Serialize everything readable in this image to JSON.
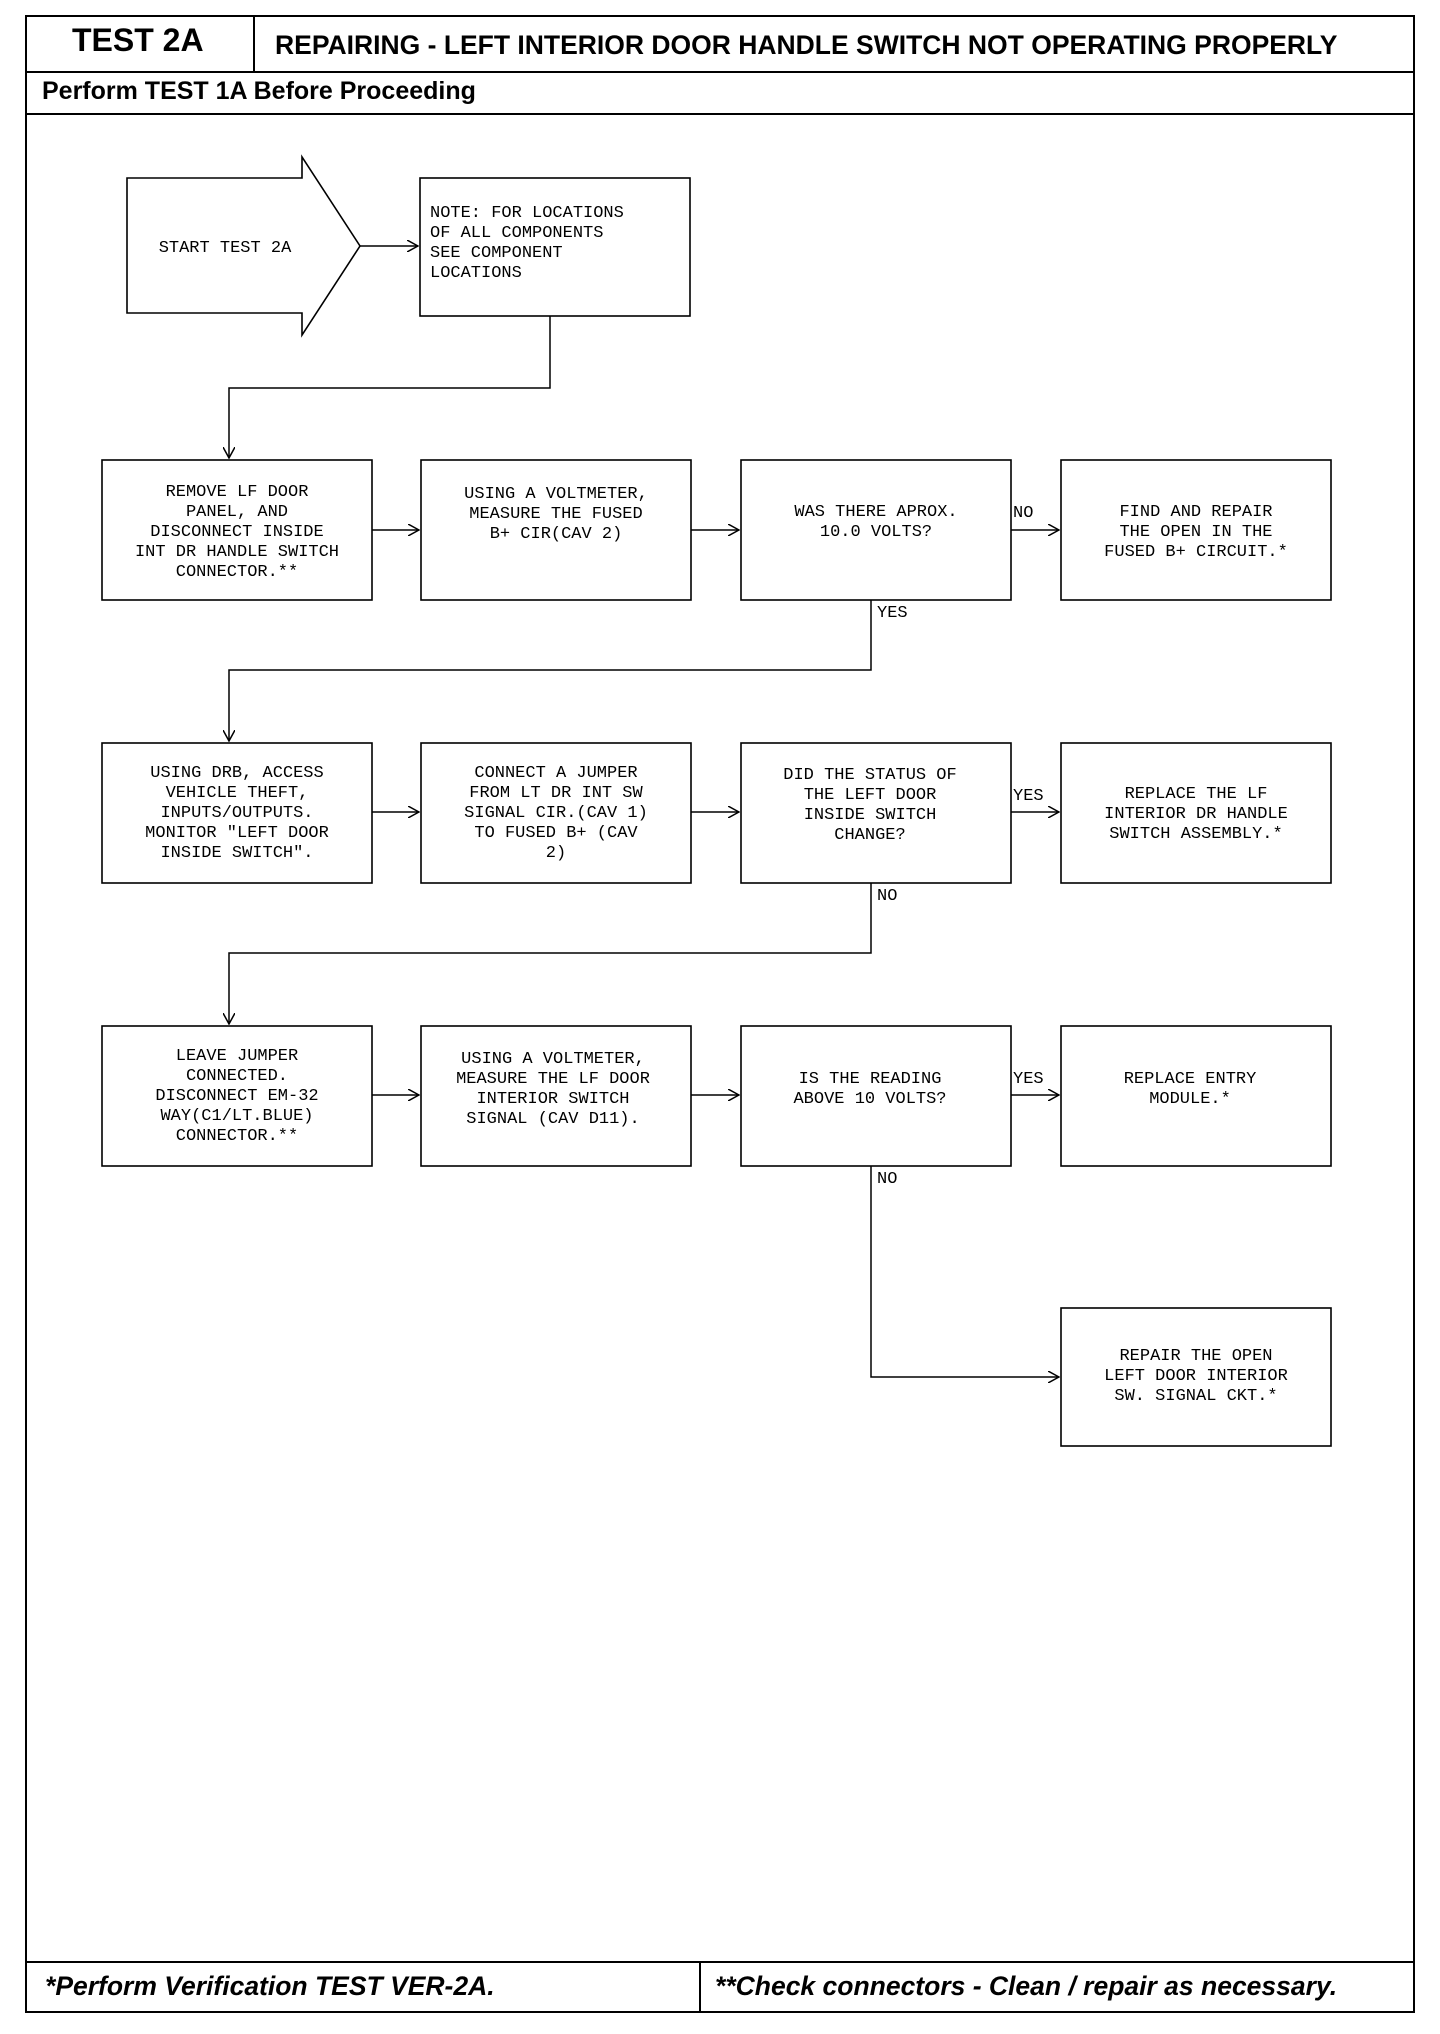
{
  "header": {
    "test_id": "TEST 2A",
    "title": "REPAIRING - LEFT INTERIOR DOOR HANDLE SWITCH NOT OPERATING PROPERLY",
    "prerequisite": "Perform TEST 1A Before Proceeding"
  },
  "flowchart": {
    "start": {
      "lines": [
        "START TEST 2A"
      ]
    },
    "note": {
      "lines": [
        "NOTE: FOR LOCATIONS",
        "OF ALL COMPONENTS",
        "SEE COMPONENT",
        "LOCATIONS"
      ]
    },
    "row1": {
      "step1": {
        "lines": [
          "REMOVE LF DOOR",
          "PANEL, AND",
          "DISCONNECT INSIDE",
          "INT DR HANDLE SWITCH",
          "CONNECTOR.**"
        ]
      },
      "step2": {
        "lines": [
          "USING A VOLTMETER,",
          "MEASURE THE FUSED",
          "B+ CIR(CAV 2)"
        ]
      },
      "decision": {
        "lines": [
          "WAS THERE APROX.",
          "10.0 VOLTS?"
        ]
      },
      "result": {
        "lines": [
          "FIND AND REPAIR",
          "THE OPEN IN THE",
          "FUSED B+ CIRCUIT.*"
        ]
      },
      "right_label": "NO",
      "down_label": "YES"
    },
    "row2": {
      "step1": {
        "lines": [
          "USING DRB, ACCESS",
          "VEHICLE THEFT,",
          "INPUTS/OUTPUTS.",
          "MONITOR \"LEFT DOOR",
          "INSIDE SWITCH\"."
        ]
      },
      "step2": {
        "lines": [
          "CONNECT A JUMPER",
          "FROM LT DR INT SW",
          "SIGNAL CIR.(CAV 1)",
          "TO FUSED B+ (CAV",
          "2)"
        ]
      },
      "decision": {
        "lines": [
          "DID THE STATUS OF",
          "THE LEFT DOOR",
          "INSIDE SWITCH",
          "CHANGE?"
        ]
      },
      "result": {
        "lines": [
          "REPLACE THE LF",
          "INTERIOR DR HANDLE",
          "SWITCH ASSEMBLY.*"
        ]
      },
      "right_label": "YES",
      "down_label": "NO"
    },
    "row3": {
      "step1": {
        "lines": [
          "LEAVE JUMPER",
          "CONNECTED.",
          "DISCONNECT EM-32",
          "WAY(C1/LT.BLUE)",
          "CONNECTOR.**"
        ]
      },
      "step2": {
        "lines": [
          "USING A VOLTMETER,",
          "MEASURE THE LF DOOR",
          "INTERIOR SWITCH",
          "SIGNAL (CAV D11)."
        ]
      },
      "decision": {
        "lines": [
          "IS THE READING",
          "ABOVE 10 VOLTS?"
        ]
      },
      "result": {
        "lines": [
          "REPLACE ENTRY",
          "MODULE.*"
        ]
      },
      "right_label": "YES",
      "down_label": "NO"
    },
    "final": {
      "lines": [
        "REPAIR THE OPEN",
        "LEFT DOOR INTERIOR",
        "SW. SIGNAL CKT.*"
      ]
    }
  },
  "footer": {
    "left": "*Perform Verification TEST VER-2A.",
    "right": "**Check connectors - Clean / repair as necessary."
  }
}
